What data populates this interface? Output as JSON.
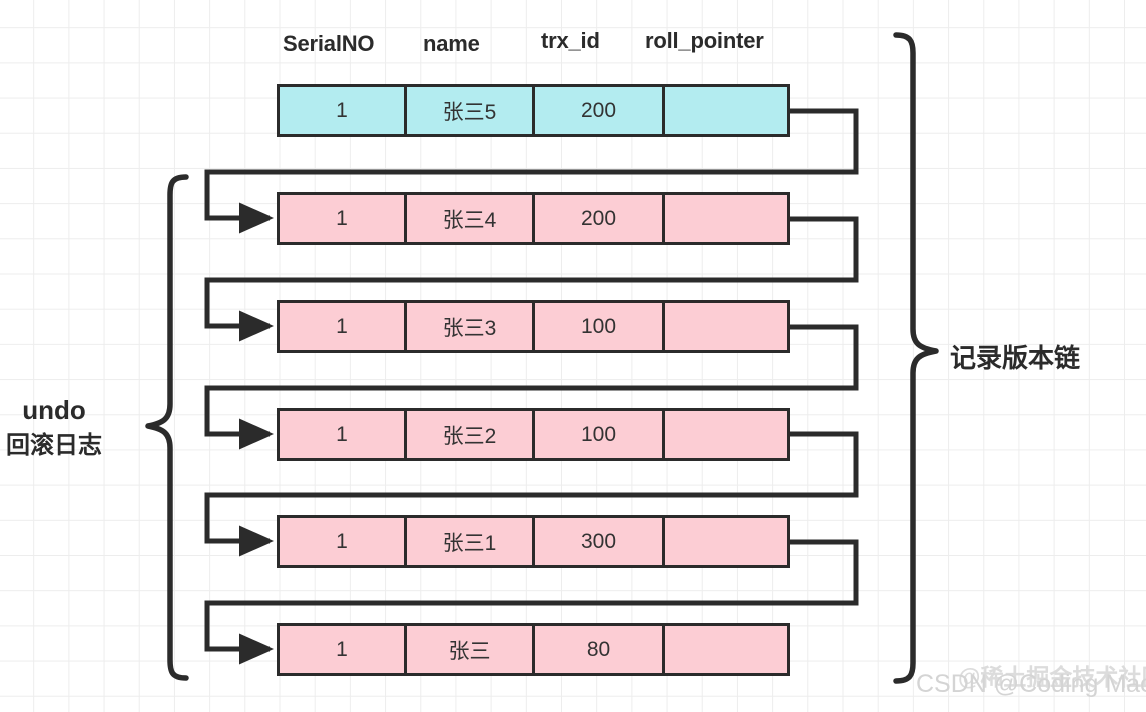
{
  "diagram": {
    "title_right": "记录版本链",
    "title_left_line1": "undo",
    "title_left_line2": "回滚日志",
    "columns": [
      "SerialNO",
      "name",
      "trx_id",
      "roll_pointer"
    ],
    "rows": [
      {
        "serialno": "1",
        "name": "张三5",
        "trx_id": "200",
        "roll_pointer": "",
        "color": "cyan"
      },
      {
        "serialno": "1",
        "name": "张三4",
        "trx_id": "200",
        "roll_pointer": "",
        "color": "pink"
      },
      {
        "serialno": "1",
        "name": "张三3",
        "trx_id": "100",
        "roll_pointer": "",
        "color": "pink"
      },
      {
        "serialno": "1",
        "name": "张三2",
        "trx_id": "100",
        "roll_pointer": "",
        "color": "pink"
      },
      {
        "serialno": "1",
        "name": "张三1",
        "trx_id": "300",
        "roll_pointer": "",
        "color": "pink"
      },
      {
        "serialno": "1",
        "name": "张三",
        "trx_id": "80",
        "roll_pointer": "",
        "color": "pink"
      }
    ],
    "colors": {
      "current_version_fill": "#b3ecf0",
      "undo_version_fill": "#fccdd4",
      "stroke": "#2b2b2b",
      "grid": "#ededed",
      "background": "#ffffff"
    }
  },
  "watermarks": {
    "csdn": "CSDN @Coding Machine",
    "juejin": "@稀土掘金技术社区"
  }
}
